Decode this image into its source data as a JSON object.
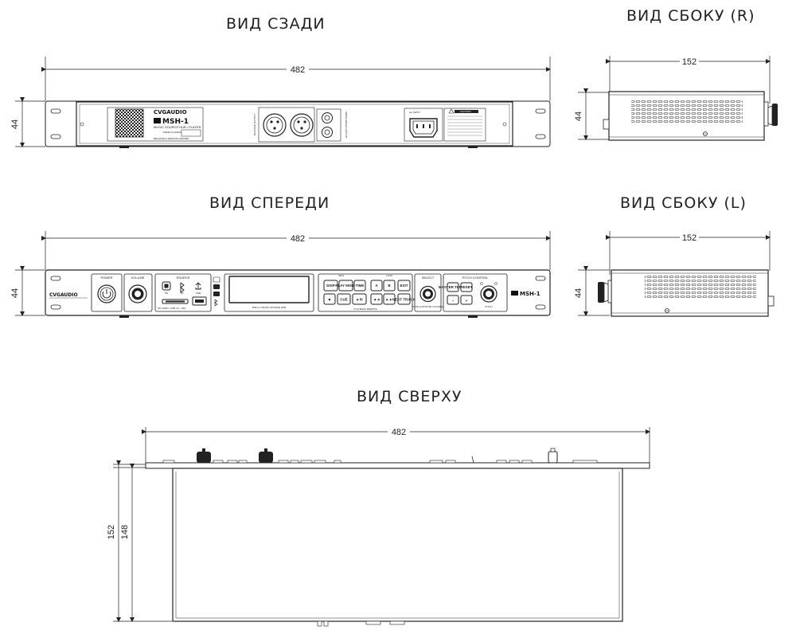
{
  "titles": {
    "rear": "ВИД СЗАДИ",
    "side_r": "ВИД СБОКУ (R)",
    "front": "ВИД СПЕРЕДИ",
    "side_l": "ВИД СБОКУ (L)",
    "top": "ВИД СВЕРХУ"
  },
  "dimensions": {
    "rear_width": "482",
    "rear_height": "44",
    "side_r_depth": "152",
    "side_r_height": "44",
    "front_width": "482",
    "front_height": "44",
    "side_l_depth": "152",
    "side_l_height": "44",
    "top_width": "482",
    "top_depth_outer": "152",
    "top_depth_inner": "148"
  },
  "rear_panel": {
    "brand": "CVGAUDIO",
    "model": "MSH-1",
    "subtitle": "MUSIC SOURCE HUB / PLAYER",
    "made_in": "MADE IN CHINA",
    "service": "RELEASE & SERVICE CENTER",
    "balance_output": "BALANCE OUTPUT",
    "unbalanced_output": "UNBALANCED OUTPUT",
    "ac_input": "AC INPUT",
    "caution": "CAUTION"
  },
  "front_panel": {
    "brand": "CVGAUDIO",
    "model": "MSH-1",
    "power": "POWER",
    "volume": "VOLUME",
    "source": "SOURCE",
    "source_items": [
      "SD",
      "BT",
      "USB"
    ],
    "sd_card_label": "SD CARD / USB 2.0 - 32G",
    "info": "INFO",
    "loop": "LOOP",
    "select": "SELECT",
    "pitch_control": "PITCH CONTROL",
    "buttons_row1": [
      "DISP",
      "PLAY MODE",
      "TIME",
      "A",
      "B",
      "EXIT"
    ],
    "buttons_row2": [
      "■",
      "CUE",
      "►/II",
      "◄◄",
      "►►",
      "NEXT TRACK"
    ],
    "pitch_buttons": [
      "MASTER TEMPO",
      "RESET",
      "−",
      "+"
    ],
    "display_caption": "MSH-1 / MUSIC SOURCE HUB",
    "playback_caption": "PLAYBACK REMOTE",
    "select_caption": "PUSH & ROTATE / FOLDER",
    "pitch_caption": "PITCH"
  }
}
